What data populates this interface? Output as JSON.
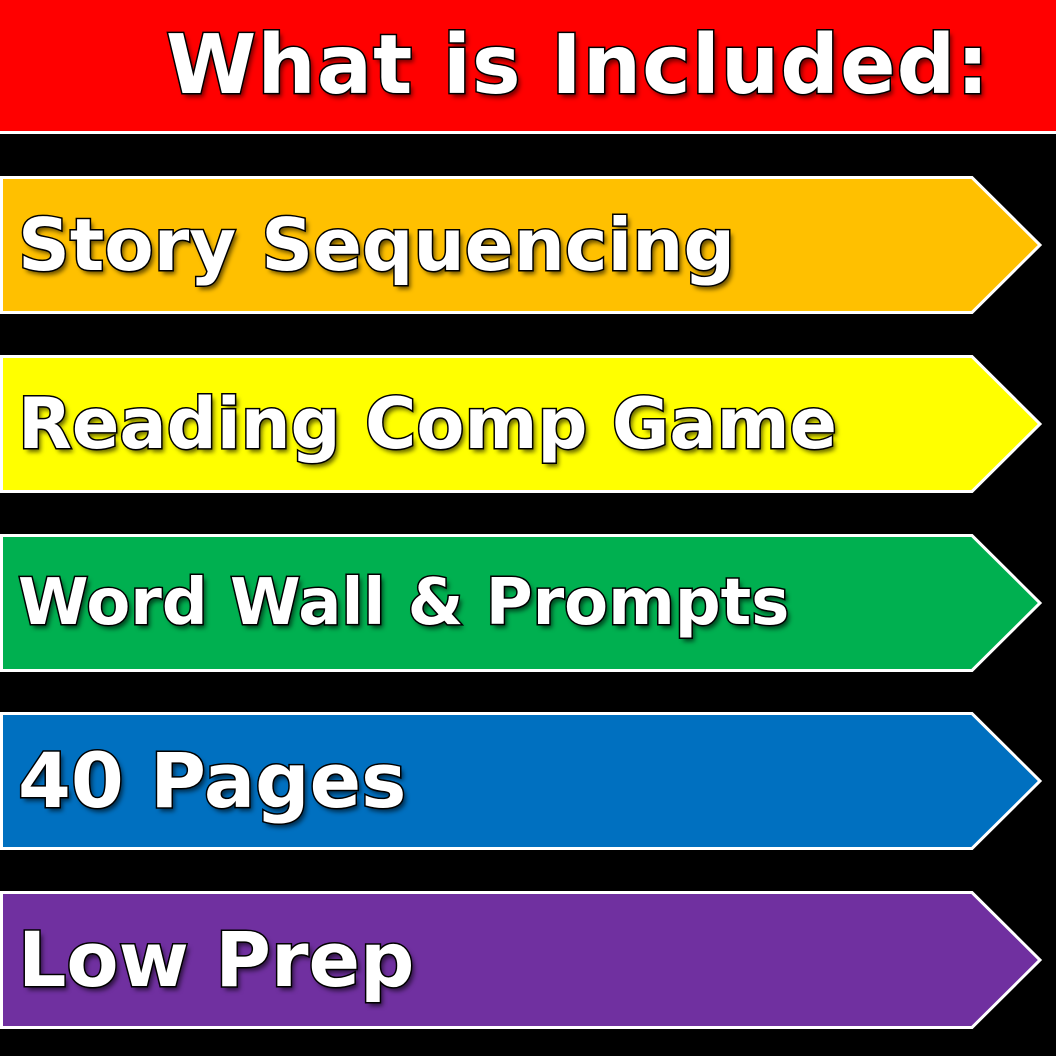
{
  "title": "What is Included:",
  "colors": {
    "background": "#000000",
    "title_bar": "#ff0000",
    "arrow_border": "#ffffff"
  },
  "items": [
    {
      "label": "Story Sequencing",
      "color": "#ffc000"
    },
    {
      "label": "Reading Comp Game",
      "color": "#ffff00"
    },
    {
      "label": "Word Wall & Prompts",
      "color": "#00b050"
    },
    {
      "label": "40 Pages",
      "color": "#0070c0"
    },
    {
      "label": "Low Prep",
      "color": "#7030a0"
    }
  ]
}
